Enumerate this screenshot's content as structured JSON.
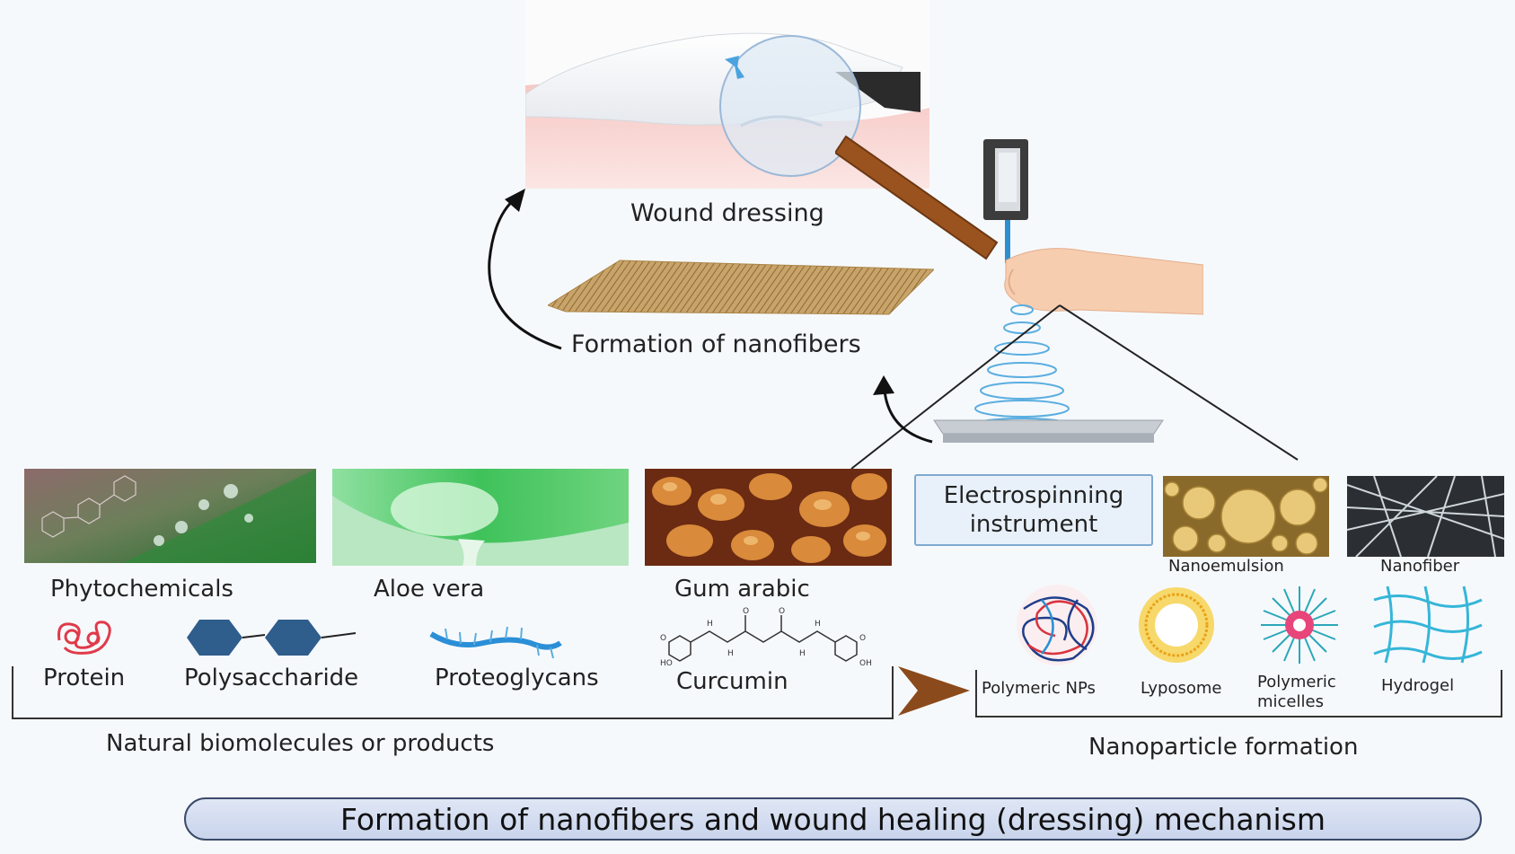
{
  "title": "Formation of nanofibers and wound healing (dressing) mechanism",
  "top": {
    "wound_dressing": "Wound dressing",
    "formation_nanofibers": "Formation of nanofibers",
    "instrument": [
      "Electrospinning",
      "instrument"
    ]
  },
  "natural": {
    "group_label": "Natural biomolecules or products",
    "photos": [
      "Phytochemicals",
      "Aloe vera",
      "Gum arabic"
    ],
    "molecules": [
      "Protein",
      "Polysaccharide",
      "Proteoglycans",
      "Curcumin"
    ]
  },
  "nano": {
    "group_label": "Nanoparticle formation",
    "photos": [
      "Nanoemulsion",
      "Nanofiber"
    ],
    "types": [
      "Polymeric NPs",
      "Lyposome",
      "Polymeric",
      "micelles",
      "Hydrogel"
    ]
  },
  "colors": {
    "arrow_brown": "#8b4a1c",
    "fiber_blue": "#5aaee0",
    "hexagon_blue": "#2f5d8c",
    "protein_red": "#e03a4a",
    "pill_bg": "#d3dcef"
  }
}
